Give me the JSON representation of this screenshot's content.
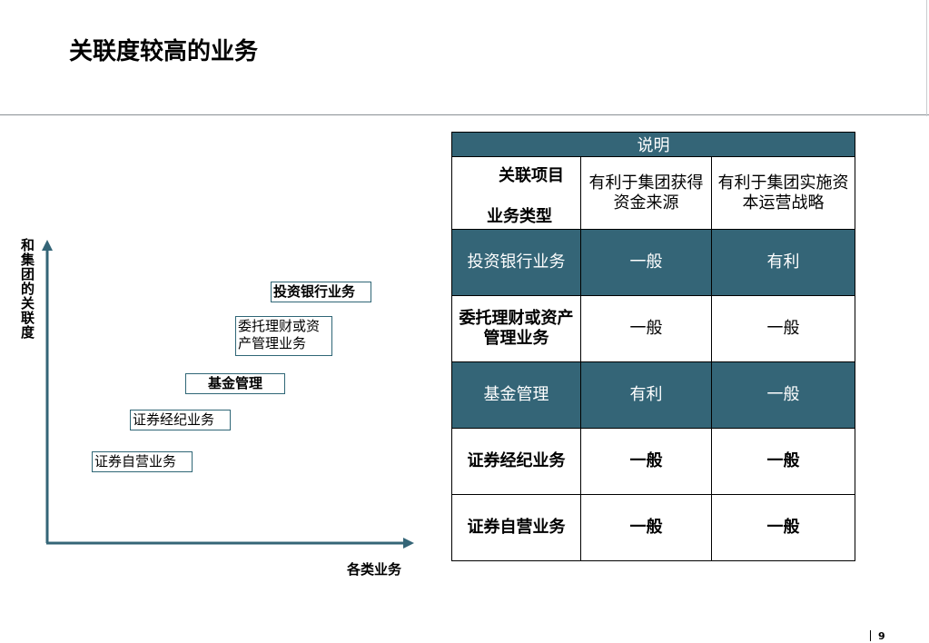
{
  "title": "关联度较高的业务",
  "diagram": {
    "y_axis_label": "和集团的关联度",
    "x_axis_label": "各类业务",
    "boxes": [
      {
        "label": "投资银行业务"
      },
      {
        "label": "委托理财或资产管理业务"
      },
      {
        "label": "基金管理"
      },
      {
        "label": "证券经纪业务"
      },
      {
        "label": "证券自营业务"
      }
    ]
  },
  "table": {
    "header": "说明",
    "corner_top": "关联项目",
    "corner_bottom": "业务类型",
    "columns": [
      "有利于集团获得资金来源",
      "有利于集团实施资本运营战略"
    ],
    "rows": [
      {
        "type": "投资银行业务",
        "funding": "一般",
        "capital_ops": "有利"
      },
      {
        "type": "委托理财或资产管理业务",
        "funding": "一般",
        "capital_ops": "一般"
      },
      {
        "type": "基金管理",
        "funding": "有利",
        "capital_ops": "一般"
      },
      {
        "type": "证券经纪业务",
        "funding": "一般",
        "capital_ops": "一般"
      },
      {
        "type": "证券自营业务",
        "funding": "一般",
        "capital_ops": "一般"
      }
    ]
  },
  "page_number": "9",
  "colors": {
    "accent": "#346577",
    "axis": "#346577"
  }
}
